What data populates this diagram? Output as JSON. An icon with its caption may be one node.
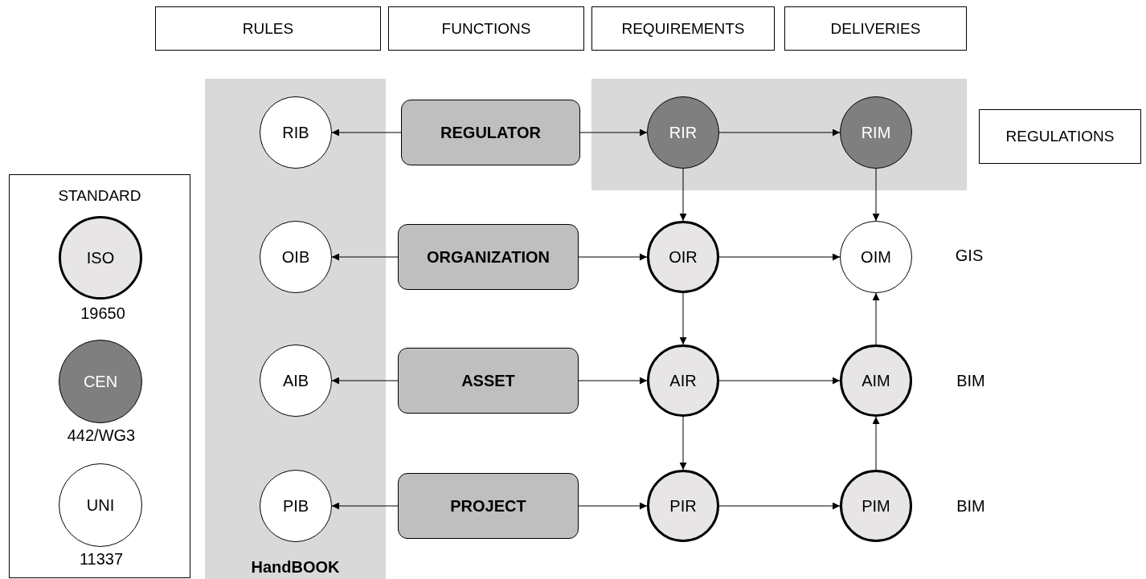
{
  "diagram": {
    "nodes": [
      {
        "text": [
          "RULES"
        ]
      },
      {
        "text": [
          "FUNCTIONS"
        ]
      },
      {
        "text": [
          "REQUIREMENTS"
        ]
      },
      {
        "text": [
          "DELIVERIES"
        ]
      },
      {
        "text": [
          "HandBOOK"
        ]
      },
      {
        "text": [
          "RIB"
        ],
        "in": 4
      },
      {
        "text": [
          "OIB"
        ],
        "in": 4
      },
      {
        "text": [
          "AIB"
        ],
        "in": 4
      },
      {
        "text": [
          "PIB"
        ],
        "in": 4
      },
      {
        "text": [
          "REGULATOR"
        ]
      },
      {
        "text": [
          "ORGANIZATION"
        ]
      },
      {
        "text": [
          "ASSET"
        ]
      },
      {
        "text": [
          "PROJECT"
        ]
      },
      {
        "text": [],
        "shape": "box"
      },
      {
        "text": [
          "RIR"
        ],
        "in": 13
      },
      {
        "text": [
          "RIM"
        ],
        "in": 13
      },
      {
        "text": [
          "REGULATIONS"
        ]
      },
      {
        "text": [
          "OIR"
        ]
      },
      {
        "text": [
          "OIM"
        ],
        "beside": [
          "GIS"
        ]
      },
      {
        "text": [
          "AIR"
        ]
      },
      {
        "text": [
          "AIM"
        ],
        "beside": [
          "BIM"
        ]
      },
      {
        "text": [
          "PIR"
        ]
      },
      {
        "text": [
          "PIM"
        ],
        "beside": [
          "BIM"
        ]
      },
      {
        "text": [
          "STANDARD"
        ]
      },
      {
        "text": [
          "ISO"
        ],
        "in": 23,
        "beside": [
          "19650"
        ]
      },
      {
        "text": [
          "CEN"
        ],
        "in": 23,
        "beside": [
          "442/WG3"
        ]
      },
      {
        "text": [
          "UNI"
        ],
        "in": 23,
        "beside": [
          "11337"
        ]
      }
    ],
    "edges": [
      {
        "from": 9,
        "to": 5,
        "arrow": "to"
      },
      {
        "from": 9,
        "to": 14,
        "arrow": "to"
      },
      {
        "from": 14,
        "to": 15,
        "arrow": "to"
      },
      {
        "from": 14,
        "to": 17,
        "arrow": "to"
      },
      {
        "from": 15,
        "to": 18,
        "arrow": "to"
      },
      {
        "from": 10,
        "to": 6,
        "arrow": "to"
      },
      {
        "from": 10,
        "to": 17,
        "arrow": "to"
      },
      {
        "from": 17,
        "to": 18,
        "arrow": "to"
      },
      {
        "from": 17,
        "to": 19,
        "arrow": "to"
      },
      {
        "from": 11,
        "to": 7,
        "arrow": "to"
      },
      {
        "from": 11,
        "to": 19,
        "arrow": "to"
      },
      {
        "from": 19,
        "to": 20,
        "arrow": "to"
      },
      {
        "from": 20,
        "to": 18,
        "arrow": "to"
      },
      {
        "from": 19,
        "to": 21,
        "arrow": "to"
      },
      {
        "from": 12,
        "to": 8,
        "arrow": "to"
      },
      {
        "from": 12,
        "to": 21,
        "arrow": "to"
      },
      {
        "from": 21,
        "to": 22,
        "arrow": "to"
      },
      {
        "from": 22,
        "to": 20,
        "arrow": "to"
      }
    ]
  }
}
